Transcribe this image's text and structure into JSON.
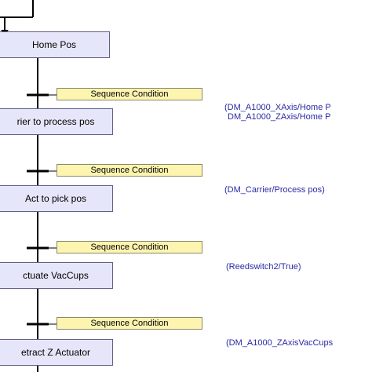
{
  "steps": [
    {
      "label": "Home Pos"
    },
    {
      "label": "rier to process pos"
    },
    {
      "label": "Act to pick pos"
    },
    {
      "label": "ctuate VacCups"
    },
    {
      "label": "etract Z Actuator"
    }
  ],
  "conditions": [
    {
      "label": "Sequence Condition"
    },
    {
      "label": "Sequence Condition"
    },
    {
      "label": "Sequence Condition"
    },
    {
      "label": "Sequence Condition"
    }
  ],
  "notes": [
    {
      "line1": "(DM_A1000_XAxis/Home  P",
      "line2": "DM_A1000_ZAxis/Home  P"
    },
    {
      "line1": "(DM_Carrier/Process  pos)"
    },
    {
      "line1": "(Reedswitch2/True)"
    },
    {
      "line1": "(DM_A1000_ZAxisVacCups"
    }
  ],
  "colors": {
    "step_fill": "#e6e6fa",
    "condition_fill": "#fdf4b0",
    "note_text": "#2a2aa6",
    "connector": "#000000"
  }
}
